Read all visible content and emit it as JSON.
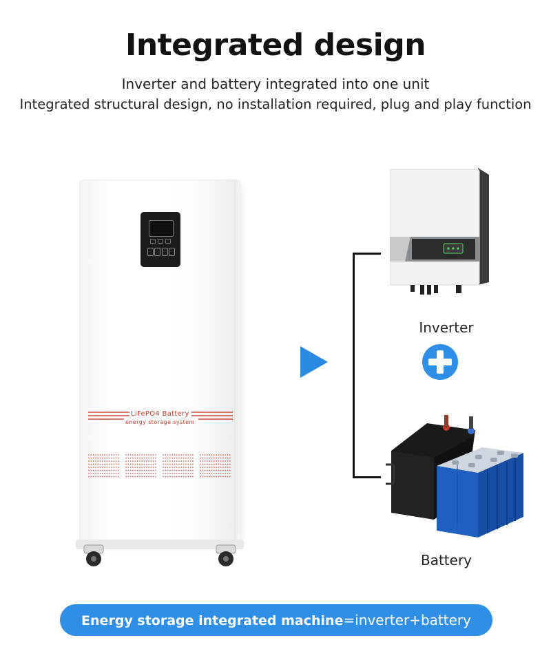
{
  "header": {
    "title": "Integrated design",
    "subtitle_line1": "Inverter and battery integrated into one unit",
    "subtitle_line2": "Integrated structural design, no installation required, plug and play function"
  },
  "cabinet": {
    "label_line1": "LiFePO4 Battery",
    "label_line2": "energy storage system"
  },
  "components": {
    "inverter_label": "Inverter",
    "battery_label": "Battery"
  },
  "footer": {
    "formula_bold": "Energy storage integrated machine",
    "formula_rest": "=inverter+battery"
  },
  "colors": {
    "accent_blue": "#2f8fe6",
    "arrow_blue": "#2a8ae0",
    "label_red": "#c0392b",
    "battery_blue": "#1f5fc0"
  },
  "icons": [
    "play-arrow-icon",
    "plus-circle-icon"
  ]
}
